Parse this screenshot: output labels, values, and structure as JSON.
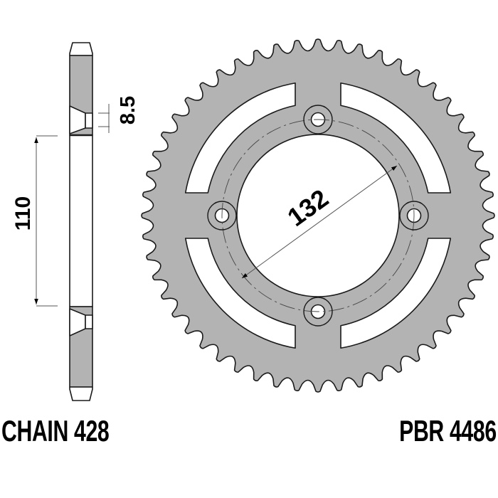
{
  "labels": {
    "chain": "CHAIN 428",
    "part_number": "PBR 4486"
  },
  "dimensions": {
    "thickness": "8.5",
    "bolt_spacing": "110",
    "center_bore": "132"
  },
  "sprocket": {
    "teeth": 52,
    "bolt_holes": 4,
    "slots": 4,
    "fill_color": "#b3b3b3",
    "outline_color": "#1a1a1a"
  }
}
